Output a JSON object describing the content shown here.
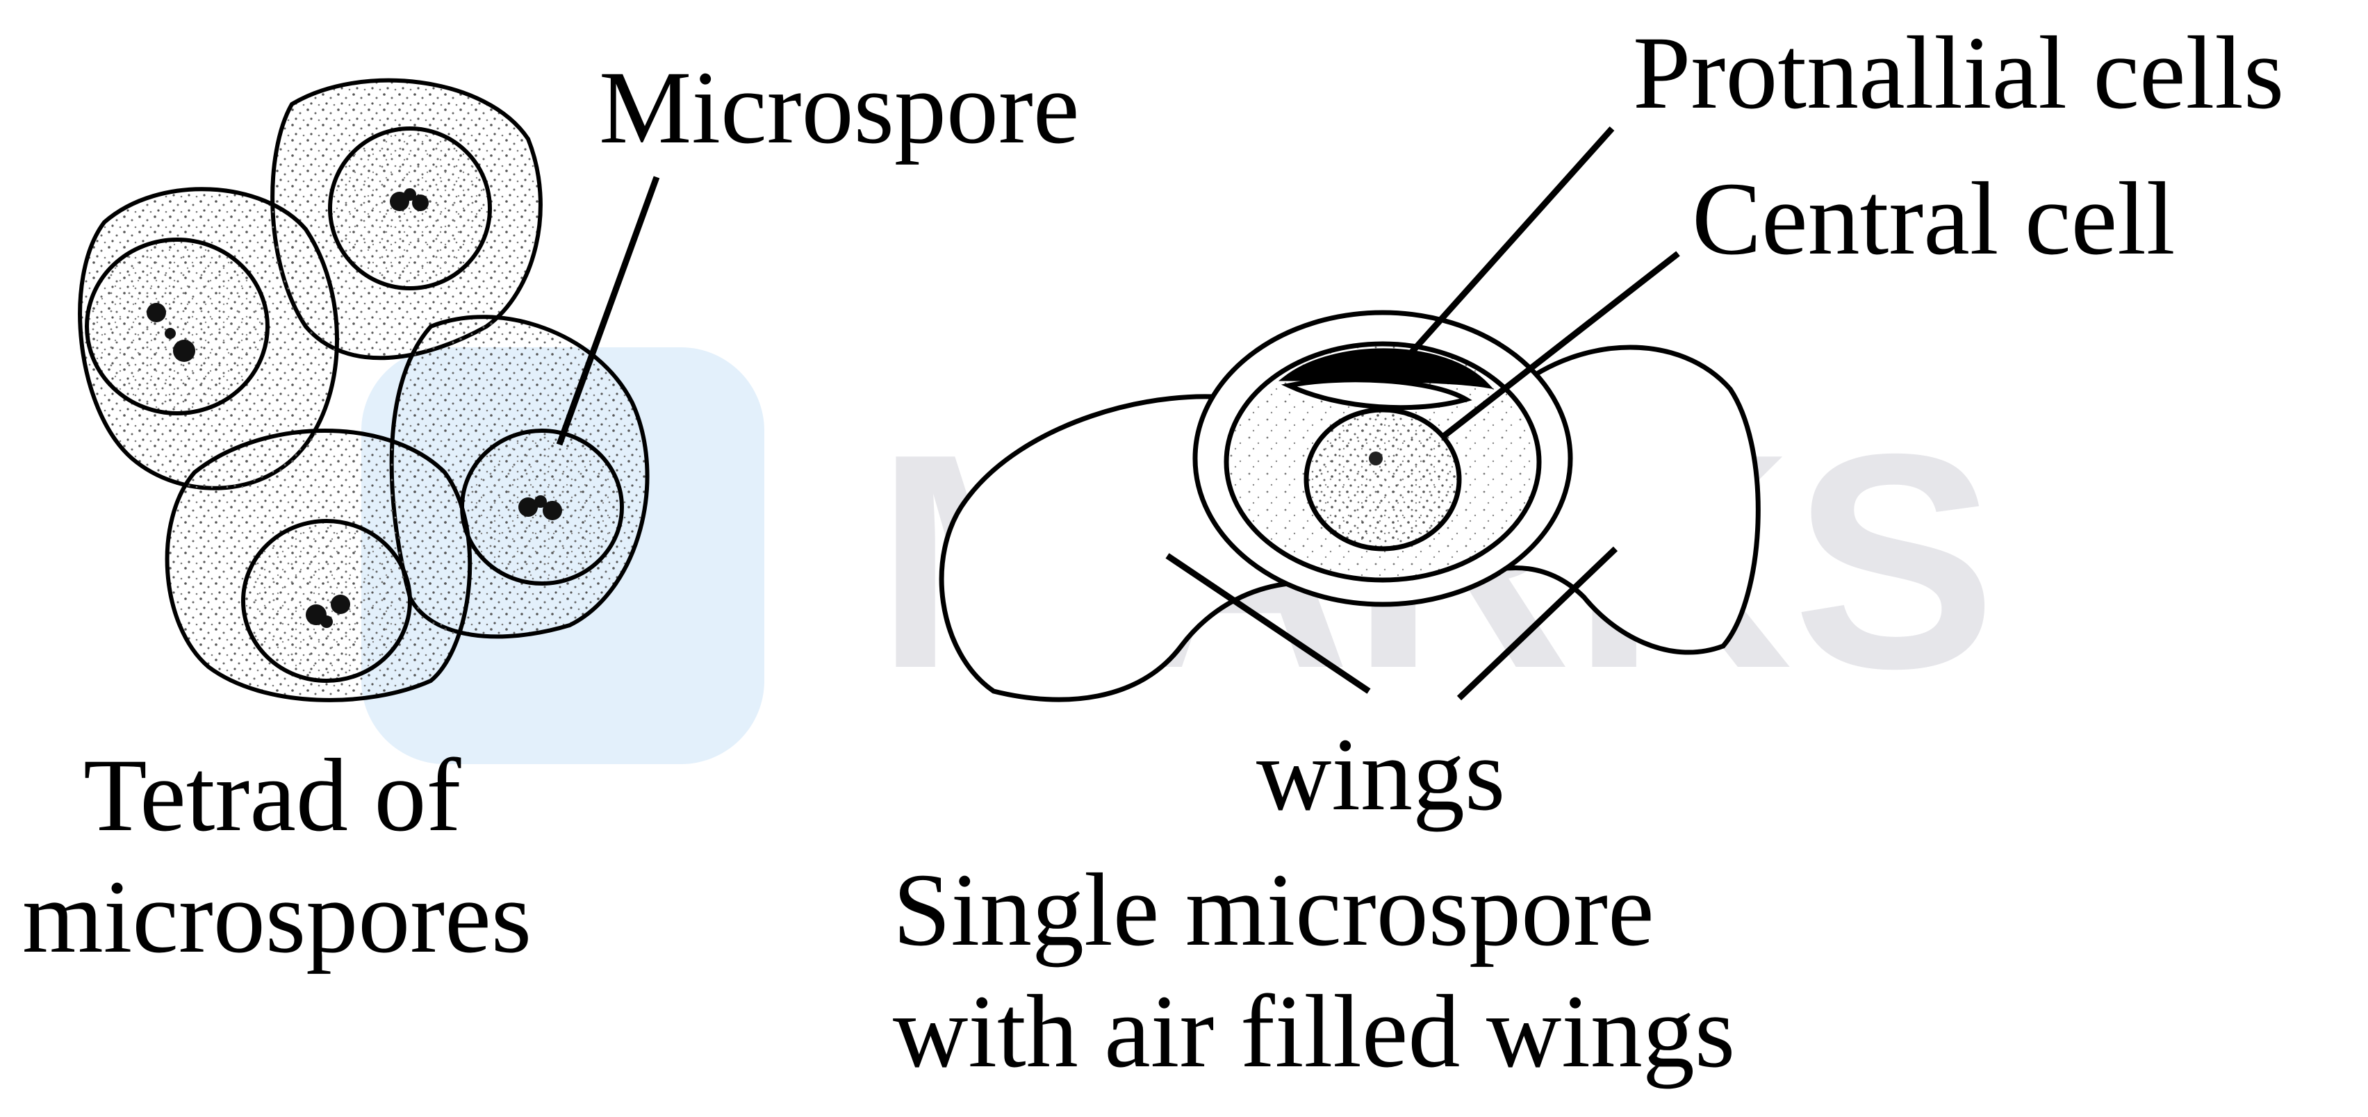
{
  "watermark": {
    "text": "MARKS",
    "text_color": "#e6e6ea",
    "badge_color": "#e3f0fb"
  },
  "left_figure": {
    "label_microspore": "Microspore",
    "caption_line1": "Tetrad of",
    "caption_line2": "microspores"
  },
  "right_figure": {
    "label_prothallial": "Protnallial cells",
    "label_central": "Central cell",
    "label_wings": "wings",
    "caption_line1": "Single microspore",
    "caption_line2": "with air filled wings"
  }
}
